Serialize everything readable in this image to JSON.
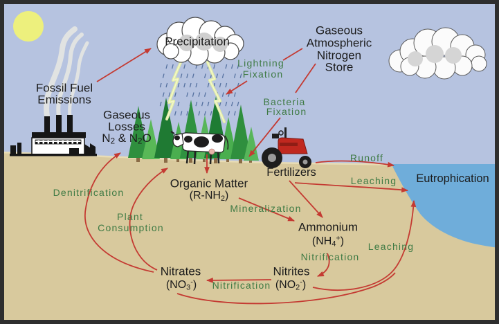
{
  "labels": {
    "precipitation": "Precipitation",
    "fossil_fuel_line1": "Fossil Fuel",
    "fossil_fuel_line2": "Emissions",
    "gaseous_losses_line1": "Gaseous",
    "gaseous_losses_line2": "Losses",
    "atm_store_line1": "Gaseous",
    "atm_store_line2": "Atmospheric",
    "atm_store_line3": "Nitrogen",
    "atm_store_line4": "Store",
    "lightning_fixation_line1": "Lightning",
    "lightning_fixation_line2": "Fixation",
    "bacteria_fixation_line1": "Bacteria",
    "bacteria_fixation_line2": "Fixation",
    "runoff": "Runoff",
    "leaching_upper": "Leaching",
    "leaching_lower": "Leaching",
    "eutrophication": "Eutrophication",
    "fertilizers": "Fertilizers",
    "organic_matter": "Organic Matter",
    "mineralization": "Mineralization",
    "ammonium": "Ammonium",
    "nitrification_upper": "Nitrification",
    "nitrification_lower": "Nitrification",
    "nitrites": "Nitrites",
    "nitrates": "Nitrates",
    "plant_consumption_line1": "Plant",
    "plant_consumption_line2": "Consumption",
    "denitrification": "Denitrification"
  },
  "formulas": {
    "gaseous_losses": {
      "p1": "N",
      "sub1": "2",
      "p2": " & N",
      "sub2": "2",
      "p3": "O"
    },
    "organic_matter": {
      "p1": "(R-NH",
      "sub1": "2",
      "p2": ")"
    },
    "ammonium": {
      "p1": "(NH",
      "sub1": "4",
      "sup1": "+",
      "p2": ")"
    },
    "nitrites": {
      "p1": "(NO",
      "sub1": "2",
      "sup1": "-",
      "p2": ")"
    },
    "nitrates": {
      "p1": "(NO",
      "sub1": "3",
      "sup1": "-",
      "p2": ")"
    }
  },
  "colors": {
    "sky": "#b6c3e0",
    "ground": "#d8c99d",
    "water": "#6fadda",
    "arrow_red": "#c43a32",
    "text_green": "#3e7a44",
    "text_black": "#1b1b1b",
    "sun": "#edf07d",
    "lightning": "#e4efa3",
    "tractor_red": "#c0281f",
    "tree_green": "#2f8f3e",
    "frame": "#2e2e2e"
  },
  "scene_elements": [
    "sun",
    "smoke",
    "factory",
    "rain-cloud",
    "rain",
    "lightning",
    "conifer-trees",
    "cow",
    "tractor",
    "cumulus-cloud",
    "lake-shore"
  ]
}
